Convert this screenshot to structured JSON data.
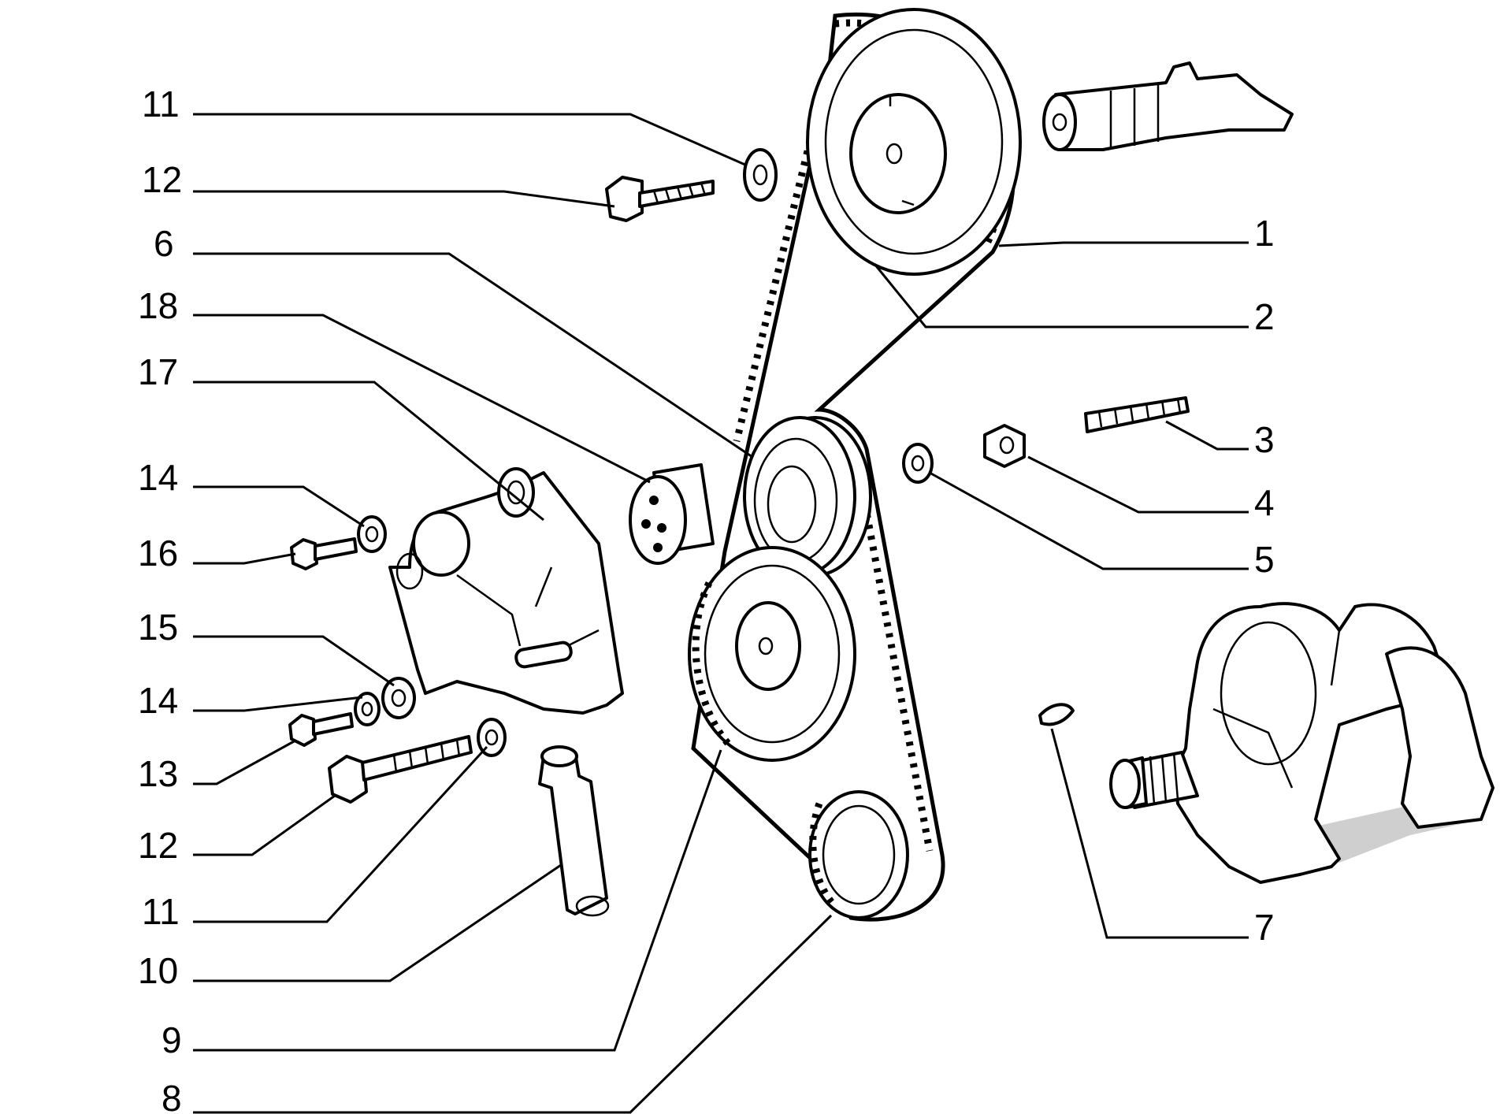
{
  "diagram": {
    "callouts": [
      {
        "id": "c11a",
        "label": "11"
      },
      {
        "id": "c12a",
        "label": "12"
      },
      {
        "id": "c6",
        "label": "6"
      },
      {
        "id": "c18",
        "label": "18"
      },
      {
        "id": "c17",
        "label": "17"
      },
      {
        "id": "c14a",
        "label": "14"
      },
      {
        "id": "c16",
        "label": "16"
      },
      {
        "id": "c15",
        "label": "15"
      },
      {
        "id": "c14b",
        "label": "14"
      },
      {
        "id": "c13",
        "label": "13"
      },
      {
        "id": "c12b",
        "label": "12"
      },
      {
        "id": "c11b",
        "label": "11"
      },
      {
        "id": "c10",
        "label": "10"
      },
      {
        "id": "c9",
        "label": "9"
      },
      {
        "id": "c8",
        "label": "8"
      },
      {
        "id": "c1",
        "label": "1"
      },
      {
        "id": "c2",
        "label": "2"
      },
      {
        "id": "c3",
        "label": "3"
      },
      {
        "id": "c4",
        "label": "4"
      },
      {
        "id": "c5",
        "label": "5"
      },
      {
        "id": "c7",
        "label": "7"
      }
    ]
  },
  "colors": {
    "line": "#000000",
    "background": "#ffffff",
    "shade": "#cfcfcf"
  }
}
